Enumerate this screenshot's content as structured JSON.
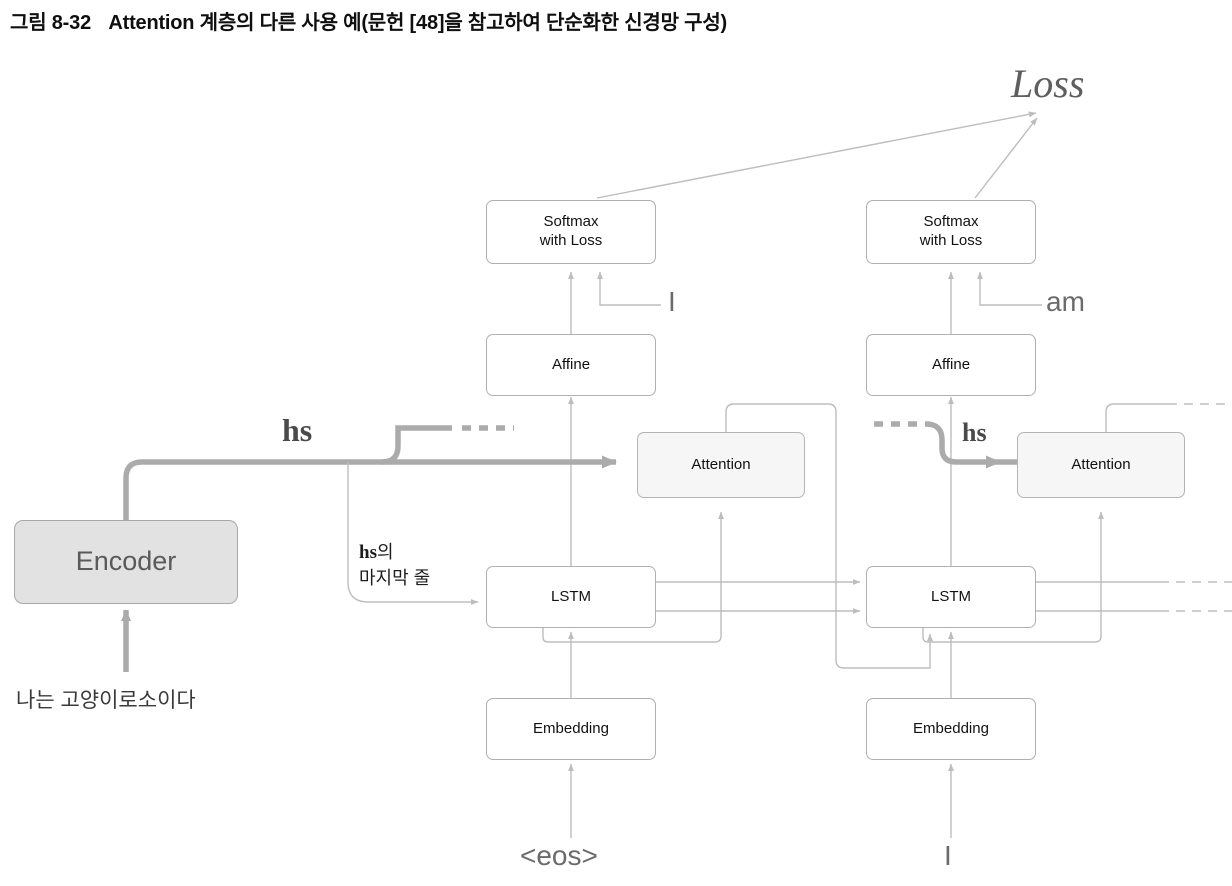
{
  "figure": {
    "number": "그림 8-32",
    "caption": "Attention 계층의 다른 사용 예(문헌 [48]을 참고하여 단순화한 신경망 구성)"
  },
  "colors": {
    "wire": "#bdbdbd",
    "thick_wire": "#ababab",
    "box_border": "#b0b0b0",
    "attention_fill": "#f5f6f5",
    "encoder_fill": "#e2e2e2",
    "encoder_text": "#5a5a5a",
    "label_text": "#6b6b6b",
    "title_text": "#0f0f0f"
  },
  "nodes": {
    "encoder": {
      "label": "Encoder"
    },
    "col1": {
      "softmax": {
        "label": "Softmax\nwith Loss"
      },
      "affine": {
        "label": "Affine"
      },
      "attention": {
        "label": "Attention"
      },
      "lstm": {
        "label": "LSTM"
      },
      "embedding": {
        "label": "Embedding"
      }
    },
    "col2": {
      "softmax": {
        "label": "Softmax\nwith Loss"
      },
      "affine": {
        "label": "Affine"
      },
      "attention": {
        "label": "Attention"
      },
      "lstm": {
        "label": "LSTM"
      },
      "embedding": {
        "label": "Embedding"
      }
    }
  },
  "labels": {
    "loss": "Loss",
    "teacher_col1": "I",
    "teacher_col2": "am",
    "input_col1": "<eos>",
    "input_col2": "I",
    "encoder_input": "나는 고양이로소이다",
    "hs_main": "hs",
    "hs_col2": "hs",
    "hs_last_row_bold": "hs",
    "hs_last_row_rest": "의\n마지막 줄"
  }
}
